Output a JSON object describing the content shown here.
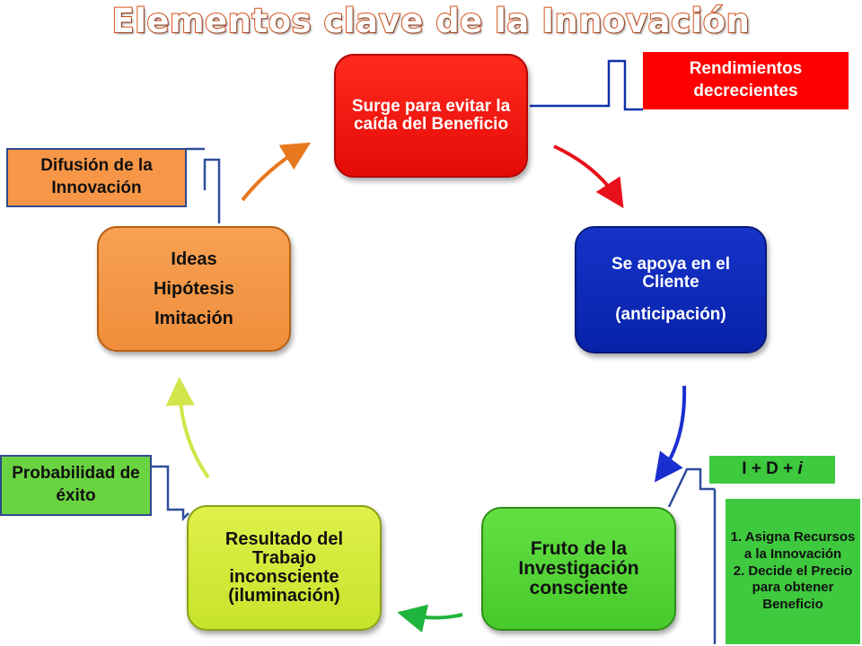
{
  "title": "Elementos clave de la Innovación",
  "nodes": {
    "benefit": {
      "lines": [
        "Surge para evitar la caída del Beneficio"
      ]
    },
    "client": {
      "lines": [
        "Se apoya en el Cliente",
        "(anticipación)"
      ]
    },
    "research": {
      "lines": [
        "Fruto de la Investigación consciente"
      ]
    },
    "result": {
      "lines": [
        "Resultado del Trabajo inconsciente (iluminación)"
      ]
    },
    "ideas": {
      "lines": [
        "Ideas",
        "Hipótesis",
        "Imitación"
      ]
    }
  },
  "labels": {
    "diffusion": "Difusión de la Innovación",
    "diminishing": "Rendimientos decrecientes",
    "probability": "Probabilidad de éxito",
    "idi_prefix": "I + D + ",
    "idi_suffix": "i",
    "assign": [
      "1. Asigna Recursos a la Innovación",
      "2. Decide el Precio para obtener Beneficio"
    ]
  },
  "colors": {
    "red": "#ff1a12",
    "blue": "#0a27b5",
    "green": "#55d636",
    "lime": "#d4ea3a",
    "orange": "#f39847",
    "title_outline": "#d8501a"
  }
}
